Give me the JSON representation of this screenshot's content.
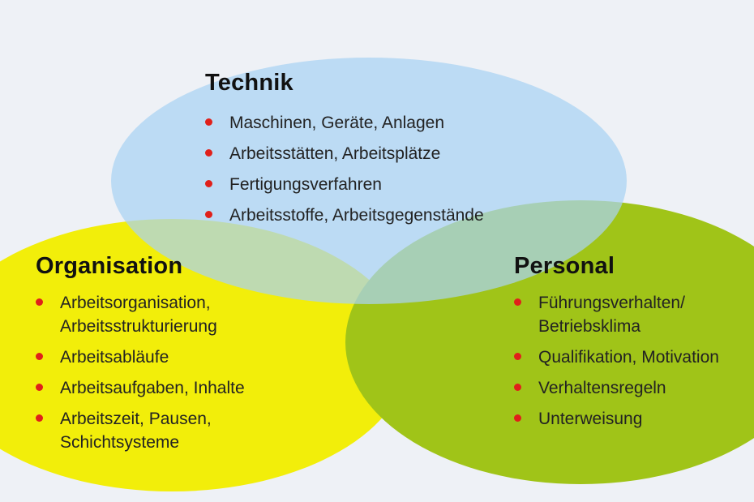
{
  "colors": {
    "background": "#eef1f6",
    "technik_fill": "#a9d2f3",
    "organisation_fill": "#f2ee0a",
    "personal_fill": "#a0c418",
    "bullet": "#e0201a"
  },
  "technik": {
    "title": "Technik",
    "items": [
      {
        "label": "Maschinen, Geräte, Anlagen"
      },
      {
        "label": "Arbeitsstätten, Arbeitsplätze"
      },
      {
        "label": "Fertigungsverfahren"
      },
      {
        "label": "Arbeitsstoffe, Arbeitsgegenstände"
      }
    ]
  },
  "organisation": {
    "title": "Organisation",
    "items": [
      {
        "line1": "Arbeitsorganisation,",
        "line2": "Arbeitsstrukturierung"
      },
      {
        "line1": "Arbeitsabläufe"
      },
      {
        "line1": "Arbeitsaufgaben, Inhalte"
      },
      {
        "line1": "Arbeitszeit, Pausen,",
        "line2": "Schichtsysteme"
      }
    ]
  },
  "personal": {
    "title": "Personal",
    "items": [
      {
        "line1": "Führungsverhalten/",
        "line2": "Betriebsklima"
      },
      {
        "line1": "Qualifikation, Motivation"
      },
      {
        "line1": "Verhaltensregeln"
      },
      {
        "line1": "Unterweisung"
      }
    ]
  }
}
